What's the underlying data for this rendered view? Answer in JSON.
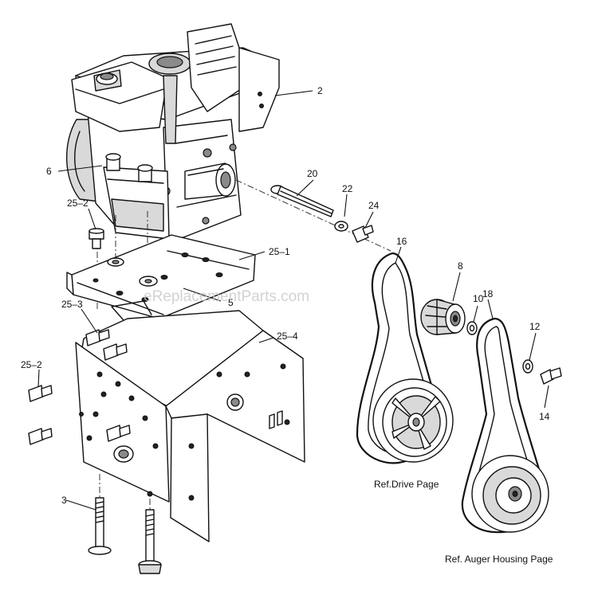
{
  "callouts": {
    "c2": "2",
    "c6": "6",
    "c20": "20",
    "c22": "22",
    "c24": "24",
    "c25_2_top": "25–2",
    "c25_1": "25–1",
    "c5": "5",
    "c25_3": "25–3",
    "c25_4": "25–4",
    "c25_2_side": "25–2",
    "c3": "3",
    "c16": "16",
    "c8": "8",
    "c10": "10",
    "c18": "18",
    "c12": "12",
    "c14": "14"
  },
  "references": {
    "drive": "Ref.Drive Page",
    "auger": "Ref. Auger Housing Page"
  },
  "watermark": "eReplacementParts.com"
}
